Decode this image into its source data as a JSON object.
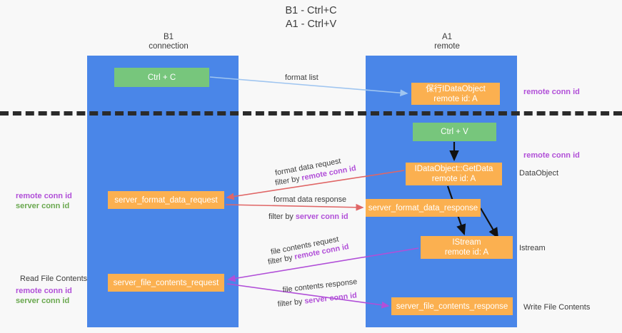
{
  "title": "B1 - Ctrl+C\nA1 - Ctrl+V",
  "columns": {
    "left": "B1\nconnection",
    "right": "A1\nremote"
  },
  "boxes": {
    "ctrl_c": "Ctrl + C",
    "ctrl_v": "Ctrl + V",
    "idataobject": "保行IDataObject\nremote id: A",
    "getdata": "IDataObject::GetData\nremote id: A",
    "server_format_data_request": "server_format_data_request",
    "server_format_data_response": "server_format_data_response",
    "istream": "IStream\nremote id: A",
    "server_file_contents_request": "server_file_contents_request",
    "server_file_contents_response": "server_file_contents_response"
  },
  "edge_labels": {
    "format_list": "format list",
    "format_data_request": "format data request",
    "format_data_request_filter_prefix": "filter by ",
    "format_data_request_filter_key": "remote conn id",
    "format_data_response": "format data response",
    "format_data_response_filter_prefix": "filter by ",
    "format_data_response_filter_key": "server conn id",
    "file_contents_request": "file contents request",
    "file_contents_request_filter_prefix": "filter by ",
    "file_contents_request_filter_key": "remote conn id",
    "file_contents_response": "file contents response",
    "file_contents_response_filter_prefix": "filter by ",
    "file_contents_response_filter_key": "server conn id"
  },
  "annotations": {
    "right_remote_conn_id_top": "remote conn id",
    "right_remote_conn_id_mid": "remote conn id",
    "right_dataobject": "DataObject",
    "right_istream": "Istream",
    "right_write_file_contents": "Write File Contents",
    "left_remote_conn_id": "remote conn id",
    "left_server_conn_id": "server conn id",
    "left_read_file_contents": "Read File Contents",
    "left_remote_conn_id_2": "remote conn id",
    "left_server_conn_id_2": "server conn id"
  },
  "colors": {
    "lane": "#4a86e8",
    "green_box": "#77c67c",
    "orange_box": "#fbb050",
    "remote_key": "#b14fd8",
    "server_key": "#6aa84f",
    "arrow_format_list": "#9fc5f0",
    "arrow_format_data": "#e06666",
    "arrow_file_contents": "#b14fd8",
    "arrow_black": "#000000",
    "divider": "#2b2b2b",
    "background": "#f8f8f8"
  }
}
